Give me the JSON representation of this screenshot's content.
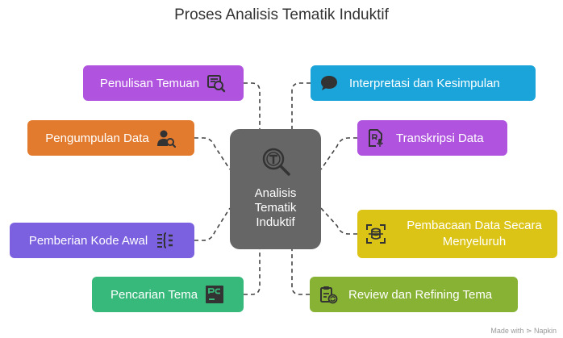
{
  "title": "Proses Analisis Tematik Induktif",
  "center": {
    "lines": [
      "Analisis",
      "Tematik",
      "Induktif"
    ],
    "icon": "magnifier-text-icon"
  },
  "nodes": {
    "penulisan": {
      "label": "Penulisan Temuan",
      "icon": "magnifier-document-icon",
      "color": "#b054df"
    },
    "pengumpulan": {
      "label": "Pengumpulan Data",
      "icon": "user-search-icon",
      "color": "#e37b2e"
    },
    "pemberian": {
      "label": "Pemberian Kode Awal",
      "icon": "code-list-icon",
      "color": "#7b61e0"
    },
    "pencarian": {
      "label": "Pencarian Tema",
      "icon": "terminal-pc-icon",
      "color": "#36b97a"
    },
    "interpretasi": {
      "label": "Interpretasi dan Kesimpulan",
      "icon": "speech-bubble-icon",
      "color": "#1aa4d9"
    },
    "transkripsi": {
      "label": "Transkripsi Data",
      "icon": "transcript-mic-icon",
      "color": "#b054df"
    },
    "pembacaan": {
      "label": "Pembacaan Data Secara Menyeluruh",
      "icon": "scan-database-icon",
      "color": "#dcc417"
    },
    "review": {
      "label": "Review dan Refining Tema",
      "icon": "clipboard-refresh-icon",
      "color": "#87b233"
    }
  },
  "watermark": "Made with ⋗ Napkin"
}
